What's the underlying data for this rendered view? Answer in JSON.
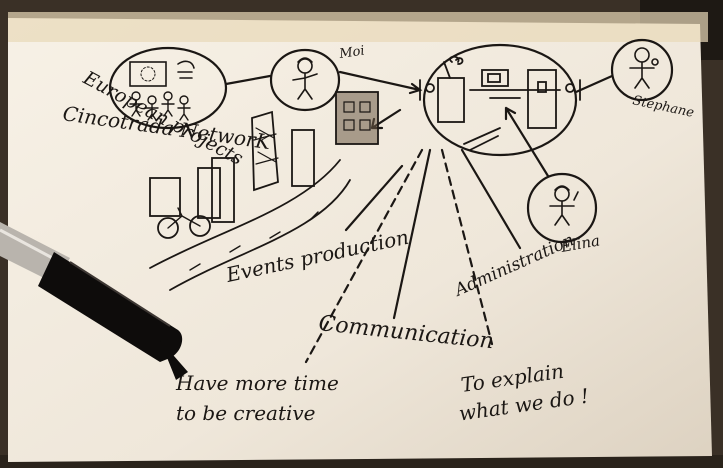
{
  "photo": {
    "paper_color": "#f3ede3",
    "ink_color": "#1b1714",
    "table_color": "#3a3026",
    "labels": {
      "moi": "Moi",
      "european_projects": "European projects",
      "network": "Cincotrada NetworK",
      "stephane": "Stephane",
      "elina": "Elina",
      "events_production": "Events production",
      "administration": "Administration",
      "communication": "Communication",
      "creative": "Have more time to be creative",
      "explain": "To explain what we do !"
    }
  }
}
